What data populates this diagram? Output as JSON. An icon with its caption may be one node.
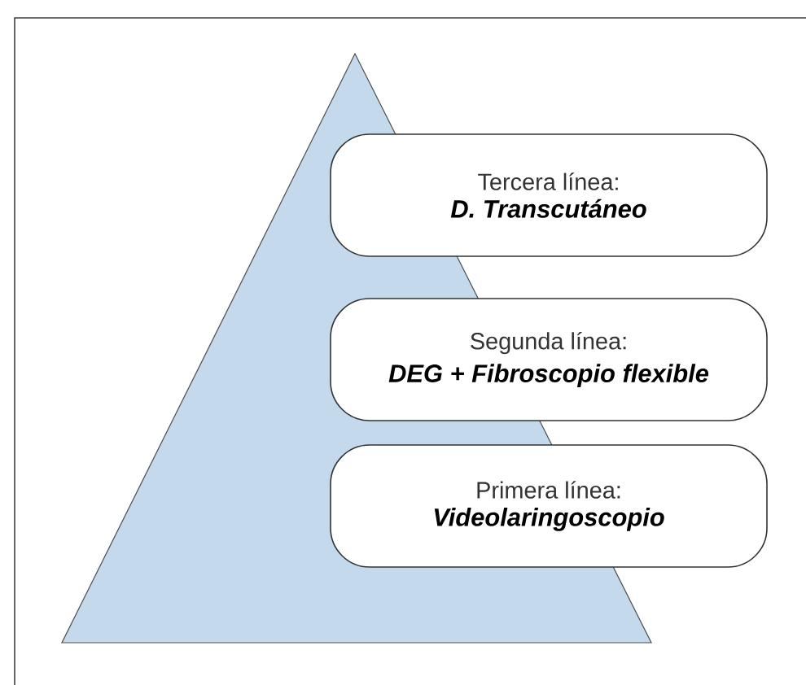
{
  "diagram": {
    "nodes": [
      {
        "text": [
          "Tercera línea:",
          "D. Transcutáneo"
        ]
      },
      {
        "text": [
          "Segunda línea:",
          "DEG + Fibroscopio flexible"
        ]
      },
      {
        "text": [
          "Primera línea:",
          "Videolaringoscopio"
        ]
      }
    ]
  }
}
